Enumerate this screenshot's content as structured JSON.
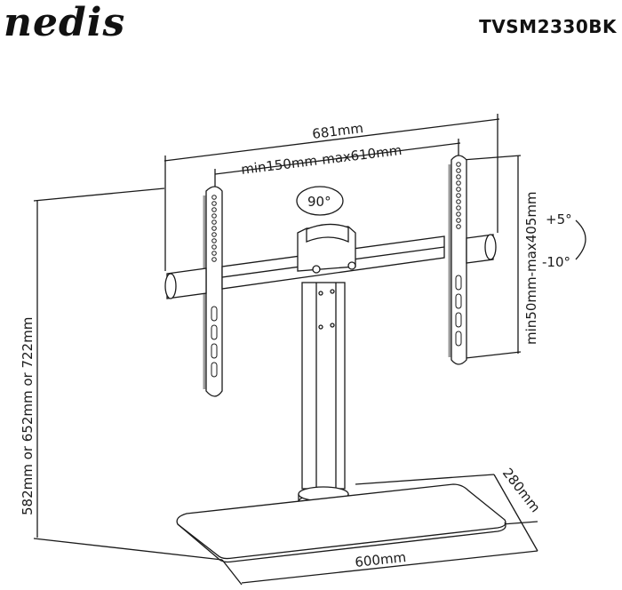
{
  "header": {
    "brand_logo": "nedis",
    "model_number": "TVSM2330BK"
  },
  "dimensions": {
    "overall_width": "681mm",
    "vesa_horizontal": "min150mm-max610mm",
    "vesa_vertical": "min50mm-max405mm",
    "height_options": "582mm or 652mm or 722mm",
    "base_width": "600mm",
    "base_depth": "280mm"
  },
  "adjustments": {
    "rotation": "90°",
    "tilt_up": "+5°",
    "tilt_down": "-10°"
  },
  "colors": {
    "line": "#1a1a1a",
    "background": "#ffffff",
    "shade": "#9a9a9a"
  }
}
